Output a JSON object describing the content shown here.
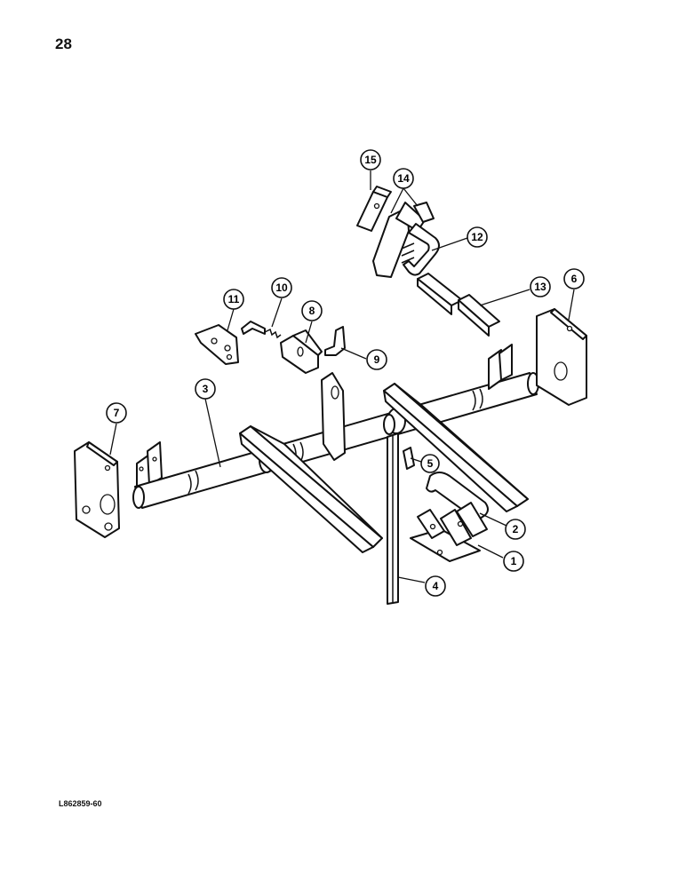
{
  "page": {
    "number": "28",
    "figure_code": "L862859-60"
  },
  "callouts": [
    {
      "id": "callout-1",
      "label": "1"
    },
    {
      "id": "callout-2",
      "label": "2"
    },
    {
      "id": "callout-3",
      "label": "3"
    },
    {
      "id": "callout-4",
      "label": "4"
    },
    {
      "id": "callout-5",
      "label": "5"
    },
    {
      "id": "callout-6",
      "label": "6"
    },
    {
      "id": "callout-7",
      "label": "7"
    },
    {
      "id": "callout-8",
      "label": "8"
    },
    {
      "id": "callout-9",
      "label": "9"
    },
    {
      "id": "callout-10",
      "label": "10"
    },
    {
      "id": "callout-11",
      "label": "11"
    },
    {
      "id": "callout-12",
      "label": "12"
    },
    {
      "id": "callout-13",
      "label": "13"
    },
    {
      "id": "callout-14",
      "label": "14"
    },
    {
      "id": "callout-15",
      "label": "15"
    }
  ]
}
